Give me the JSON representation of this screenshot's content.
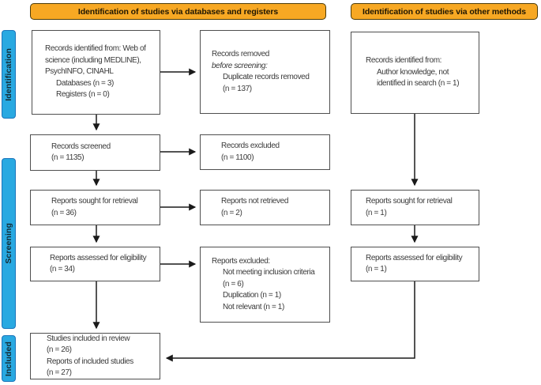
{
  "headers": {
    "databases": "Identification of studies via databases and registers",
    "other_methods": "Identification of studies via other methods"
  },
  "stage_labels": {
    "identification": "Identification",
    "screening": "Screening",
    "included": "Included"
  },
  "boxes": {
    "db_identified": {
      "lines": [
        "Records identified from: Web of",
        "science (including MEDLINE),",
        "PsychINFO, CINAHL",
        "Databases (n = 3)",
        "Registers (n = 0)"
      ]
    },
    "records_removed": {
      "lines": [
        "Records removed",
        "before screening:",
        "Duplicate records removed",
        "(n = 137)"
      ]
    },
    "other_identified": {
      "lines": [
        "Records identified from:",
        "Author knowledge, not",
        "identified in search (n = 1)"
      ]
    },
    "records_screened": {
      "lines": [
        "Records screened",
        "(n = 1135)"
      ]
    },
    "records_excluded": {
      "lines": [
        "Records excluded",
        "(n = 1100)"
      ]
    },
    "reports_sought": {
      "lines": [
        "Reports sought for retrieval",
        "(n = 36)"
      ]
    },
    "reports_not_retrieved": {
      "lines": [
        "Reports not retrieved",
        "(n = 2)"
      ]
    },
    "reports_assessed": {
      "lines": [
        "Reports assessed for eligibility",
        "(n = 34)"
      ]
    },
    "reports_excluded": {
      "lines": [
        "Reports excluded:",
        "Not meeting inclusion criteria",
        "(n = 6)",
        "Duplication (n = 1)",
        "Not relevant (n = 1)"
      ]
    },
    "other_sought": {
      "lines": [
        "Reports sought for retrieval",
        "(n = 1)"
      ]
    },
    "other_assessed": {
      "lines": [
        "Reports assessed for eligibility",
        "(n = 1)"
      ]
    },
    "included": {
      "lines": [
        "Studies included in review",
        "(n = 26)",
        "Reports of included studies",
        "(n = 27)"
      ]
    }
  },
  "colors": {
    "header_bg": "#F7A823",
    "header_border": "#4D3B05",
    "header_text": "#1F1602",
    "stage_bg": "#29A9E1",
    "stage_border": "#1B75BC",
    "stage_text": "#142A33",
    "box_border": "#4F4F4F",
    "text": "#3A3A3A",
    "arrow": "#1A1A1A"
  }
}
